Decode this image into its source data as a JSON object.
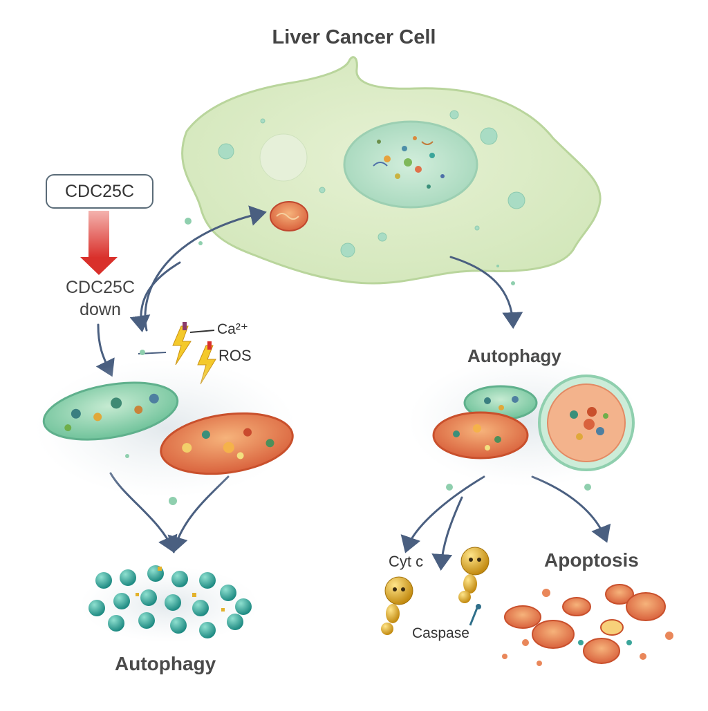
{
  "title": "Liver Cancer Cell",
  "cdc_box_label": "CDC25C",
  "cdc_down_label_line1": "CDC25C",
  "cdc_down_label_line2": "down",
  "calcium_label": "Ca²⁺",
  "ros_label": "ROS",
  "autophagy_right_label": "Autophagy",
  "autophagy_bottom_label": "Autophagy",
  "apoptosis_label": "Apoptosis",
  "cytc_label": "Cyt c",
  "caspase_label": "Caspase",
  "colors": {
    "cell_fill": "#dcebc6",
    "cell_stroke": "#b6d39a",
    "nucleus_fill": "#bfe3cf",
    "mito_green": "#9fd8b6",
    "mito_orange": "#e9875a",
    "arrow": "#4a5f80",
    "red_arrow": "#e04a45",
    "bolt": "#f4c92a",
    "vesicle": "#3aa59a",
    "protein": "#e3b22c"
  }
}
